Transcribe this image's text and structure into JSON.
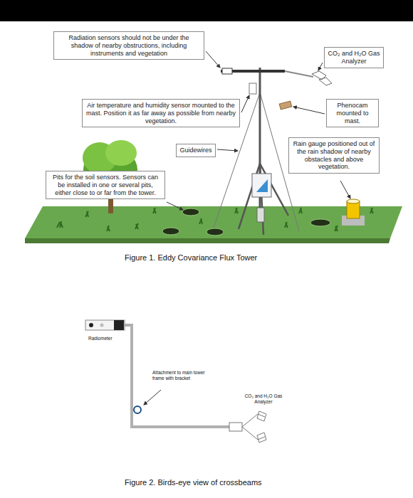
{
  "diagram": {
    "nodes": [
      {
        "text": [
          "Radiation sensors should not be under the shadow of nearby obstructions, including instruments and vegetation"
        ]
      },
      {
        "text": [
          "CO₂ and H₂O Gas Analyzer"
        ]
      },
      {
        "text": [
          "Air temperature and humidity sensor mounted to the mast. Position it as far away as possible from nearby vegetation."
        ]
      },
      {
        "text": [
          "Phenocam mounted to mast."
        ]
      },
      {
        "text": [
          "Guidewires"
        ]
      },
      {
        "text": [
          "Rain gauge positioned out of the rain shadow of nearby obstacles and above vegetation."
        ]
      },
      {
        "text": [
          "Pits for the soil sensors. Sensors can be installed in one or several pits, either close to or far from the tower."
        ]
      }
    ],
    "labels": [
      "Figure 1. Eddy Covariance Flux Tower",
      "Radiometer",
      "Attachment to main tower frame with bracket",
      "CO₂ and H₂O Gas Analyzer",
      "Figure 2. Birds-eye view of crossbeams"
    ]
  }
}
